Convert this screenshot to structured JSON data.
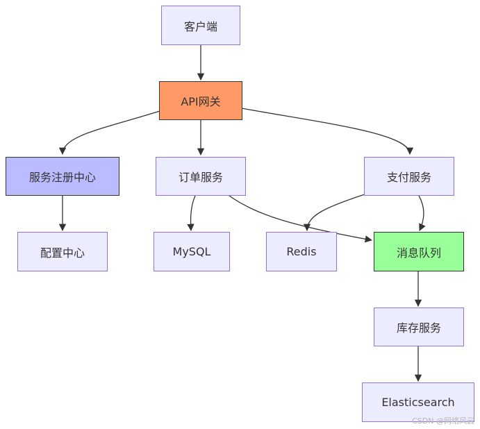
{
  "nodes": {
    "client": {
      "label": "客户端",
      "fill": "#ececff",
      "stroke": "#9370db"
    },
    "gateway": {
      "label": "API网关",
      "fill": "#ff9966",
      "stroke": "#333333"
    },
    "registry": {
      "label": "服务注册中心",
      "fill": "#bbbbff",
      "stroke": "#333333"
    },
    "order": {
      "label": "订单服务",
      "fill": "#ececff",
      "stroke": "#9370db"
    },
    "payment": {
      "label": "支付服务",
      "fill": "#ececff",
      "stroke": "#9370db"
    },
    "config": {
      "label": "配置中心",
      "fill": "#ececff",
      "stroke": "#9370db"
    },
    "mysql": {
      "label": "MySQL",
      "fill": "#ececff",
      "stroke": "#9370db"
    },
    "redis": {
      "label": "Redis",
      "fill": "#ececff",
      "stroke": "#9370db"
    },
    "mq": {
      "label": "消息队列",
      "fill": "#99ff99",
      "stroke": "#333333"
    },
    "inventory": {
      "label": "库存服务",
      "fill": "#ececff",
      "stroke": "#9370db"
    },
    "es": {
      "label": "Elasticsearch",
      "fill": "#ececff",
      "stroke": "#9370db"
    }
  },
  "edges": [
    {
      "from": "client",
      "to": "gateway"
    },
    {
      "from": "gateway",
      "to": "registry"
    },
    {
      "from": "gateway",
      "to": "order"
    },
    {
      "from": "gateway",
      "to": "payment"
    },
    {
      "from": "registry",
      "to": "config"
    },
    {
      "from": "order",
      "to": "mysql"
    },
    {
      "from": "order",
      "to": "mq"
    },
    {
      "from": "payment",
      "to": "redis"
    },
    {
      "from": "payment",
      "to": "mq"
    },
    {
      "from": "mq",
      "to": "inventory"
    },
    {
      "from": "inventory",
      "to": "es"
    }
  ],
  "edge_color": "#333333",
  "watermark": "CSDN @网络风云"
}
